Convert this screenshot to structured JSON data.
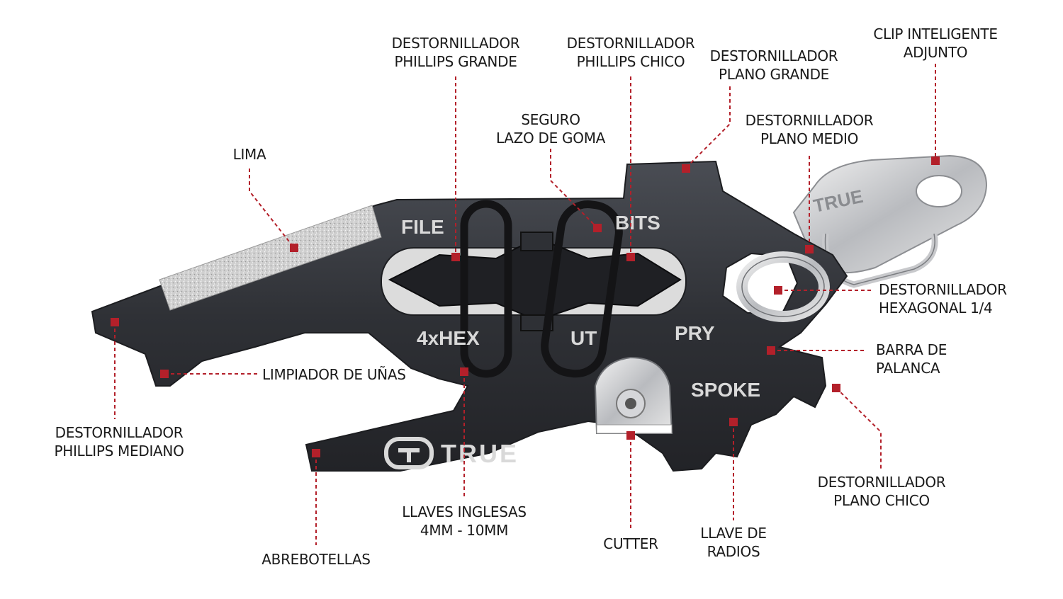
{
  "tool": {
    "engravings": {
      "file": "FILE",
      "bits": "BITS",
      "hex": "4xHEX",
      "nut": "UT",
      "pry": "PRY",
      "spoke": "SPOKE",
      "brand": "TRUE",
      "clip_brand": "TRUE"
    }
  },
  "callouts": [
    {
      "id": "lima",
      "lines": [
        "LIMA"
      ]
    },
    {
      "id": "phillips-grande",
      "lines": [
        "DESTORNILLADOR",
        "PHILLIPS GRANDE"
      ]
    },
    {
      "id": "seguro",
      "lines": [
        "SEGURO",
        "LAZO DE GOMA"
      ]
    },
    {
      "id": "phillips-chico",
      "lines": [
        "DESTORNILLADOR",
        "PHILLIPS CHICO"
      ]
    },
    {
      "id": "plano-grande",
      "lines": [
        "DESTORNILLADOR",
        "PLANO GRANDE"
      ]
    },
    {
      "id": "clip",
      "lines": [
        "CLIP INTELIGENTE",
        "ADJUNTO"
      ]
    },
    {
      "id": "plano-medio",
      "lines": [
        "DESTORNILLADOR",
        "PLANO MEDIO"
      ]
    },
    {
      "id": "hexagonal",
      "lines": [
        "DESTORNILLADOR",
        "HEXAGONAL 1/4"
      ]
    },
    {
      "id": "barra",
      "lines": [
        "BARRA DE",
        "PALANCA"
      ]
    },
    {
      "id": "limpiador",
      "lines": [
        "LIMPIADOR DE UÑAS"
      ]
    },
    {
      "id": "phillips-mediano",
      "lines": [
        "DESTORNILLADOR",
        "PHILLIPS MEDIANO"
      ]
    },
    {
      "id": "abrebotellas",
      "lines": [
        "ABREBOTELLAS"
      ]
    },
    {
      "id": "llaves",
      "lines": [
        "LLAVES INGLESAS",
        "4MM - 10MM"
      ]
    },
    {
      "id": "cutter",
      "lines": [
        "CUTTER"
      ]
    },
    {
      "id": "radios",
      "lines": [
        "LLAVE DE",
        "RADIOS"
      ]
    },
    {
      "id": "plano-chico",
      "lines": [
        "DESTORNILLADOR",
        "PLANO CHICO"
      ]
    }
  ],
  "colors": {
    "leader": "#b3202a",
    "tool_body": "#2e3035",
    "tool_edge": "#1c1d20",
    "engraving": "#d9d9d9",
    "label": "#1a1a1a"
  }
}
